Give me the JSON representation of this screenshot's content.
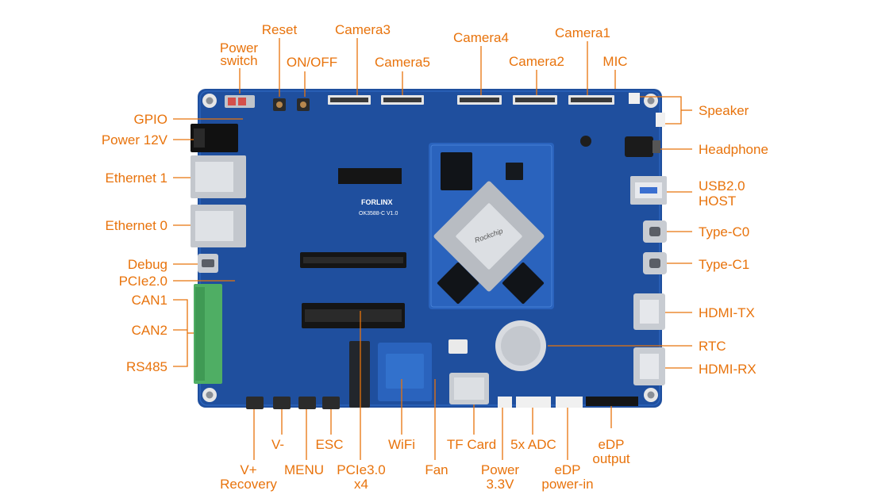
{
  "board": {
    "brand": "FORLINX",
    "model": "OK3588-C V1.0",
    "soc_brand": "Rockchip"
  },
  "labels": {
    "reset": "Reset",
    "power_switch": [
      "Power",
      "switch"
    ],
    "on_off": "ON/OFF",
    "camera3": "Camera3",
    "camera5": "Camera5",
    "camera4": "Camera4",
    "camera2": "Camera2",
    "camera1": "Camera1",
    "mic": "MIC",
    "speaker": "Speaker",
    "headphone": "Headphone",
    "usb_host": [
      "USB2.0",
      "HOST"
    ],
    "type_c0": "Type-C0",
    "type_c1": "Type-C1",
    "hdmi_tx": "HDMI-TX",
    "rtc": "RTC",
    "hdmi_rx": "HDMI-RX",
    "gpio": "GPIO",
    "power_12v": "Power 12V",
    "ethernet1": "Ethernet 1",
    "ethernet0": "Ethernet 0",
    "debug": "Debug",
    "pcie2": "PCIe2.0",
    "can1": "CAN1",
    "can2": "CAN2",
    "rs485": "RS485",
    "v_plus": [
      "V+",
      "Recovery"
    ],
    "v_minus": "V-",
    "menu": "MENU",
    "esc": "ESC",
    "pcie3": [
      "PCIe3.0",
      "x4"
    ],
    "wifi": "WiFi",
    "fan": "Fan",
    "tf_card": "TF Card",
    "power33": [
      "Power",
      "3.3V"
    ],
    "adc": "5x ADC",
    "edp_power": [
      "eDP",
      "power-in"
    ],
    "edp_output": [
      "eDP",
      "output"
    ]
  },
  "colors": {
    "callout": "#e8730c",
    "pcb": "#1f4f9e",
    "pcb_dark": "#173f84",
    "connector": "#c9ced6",
    "terminal": "#4fae64"
  }
}
